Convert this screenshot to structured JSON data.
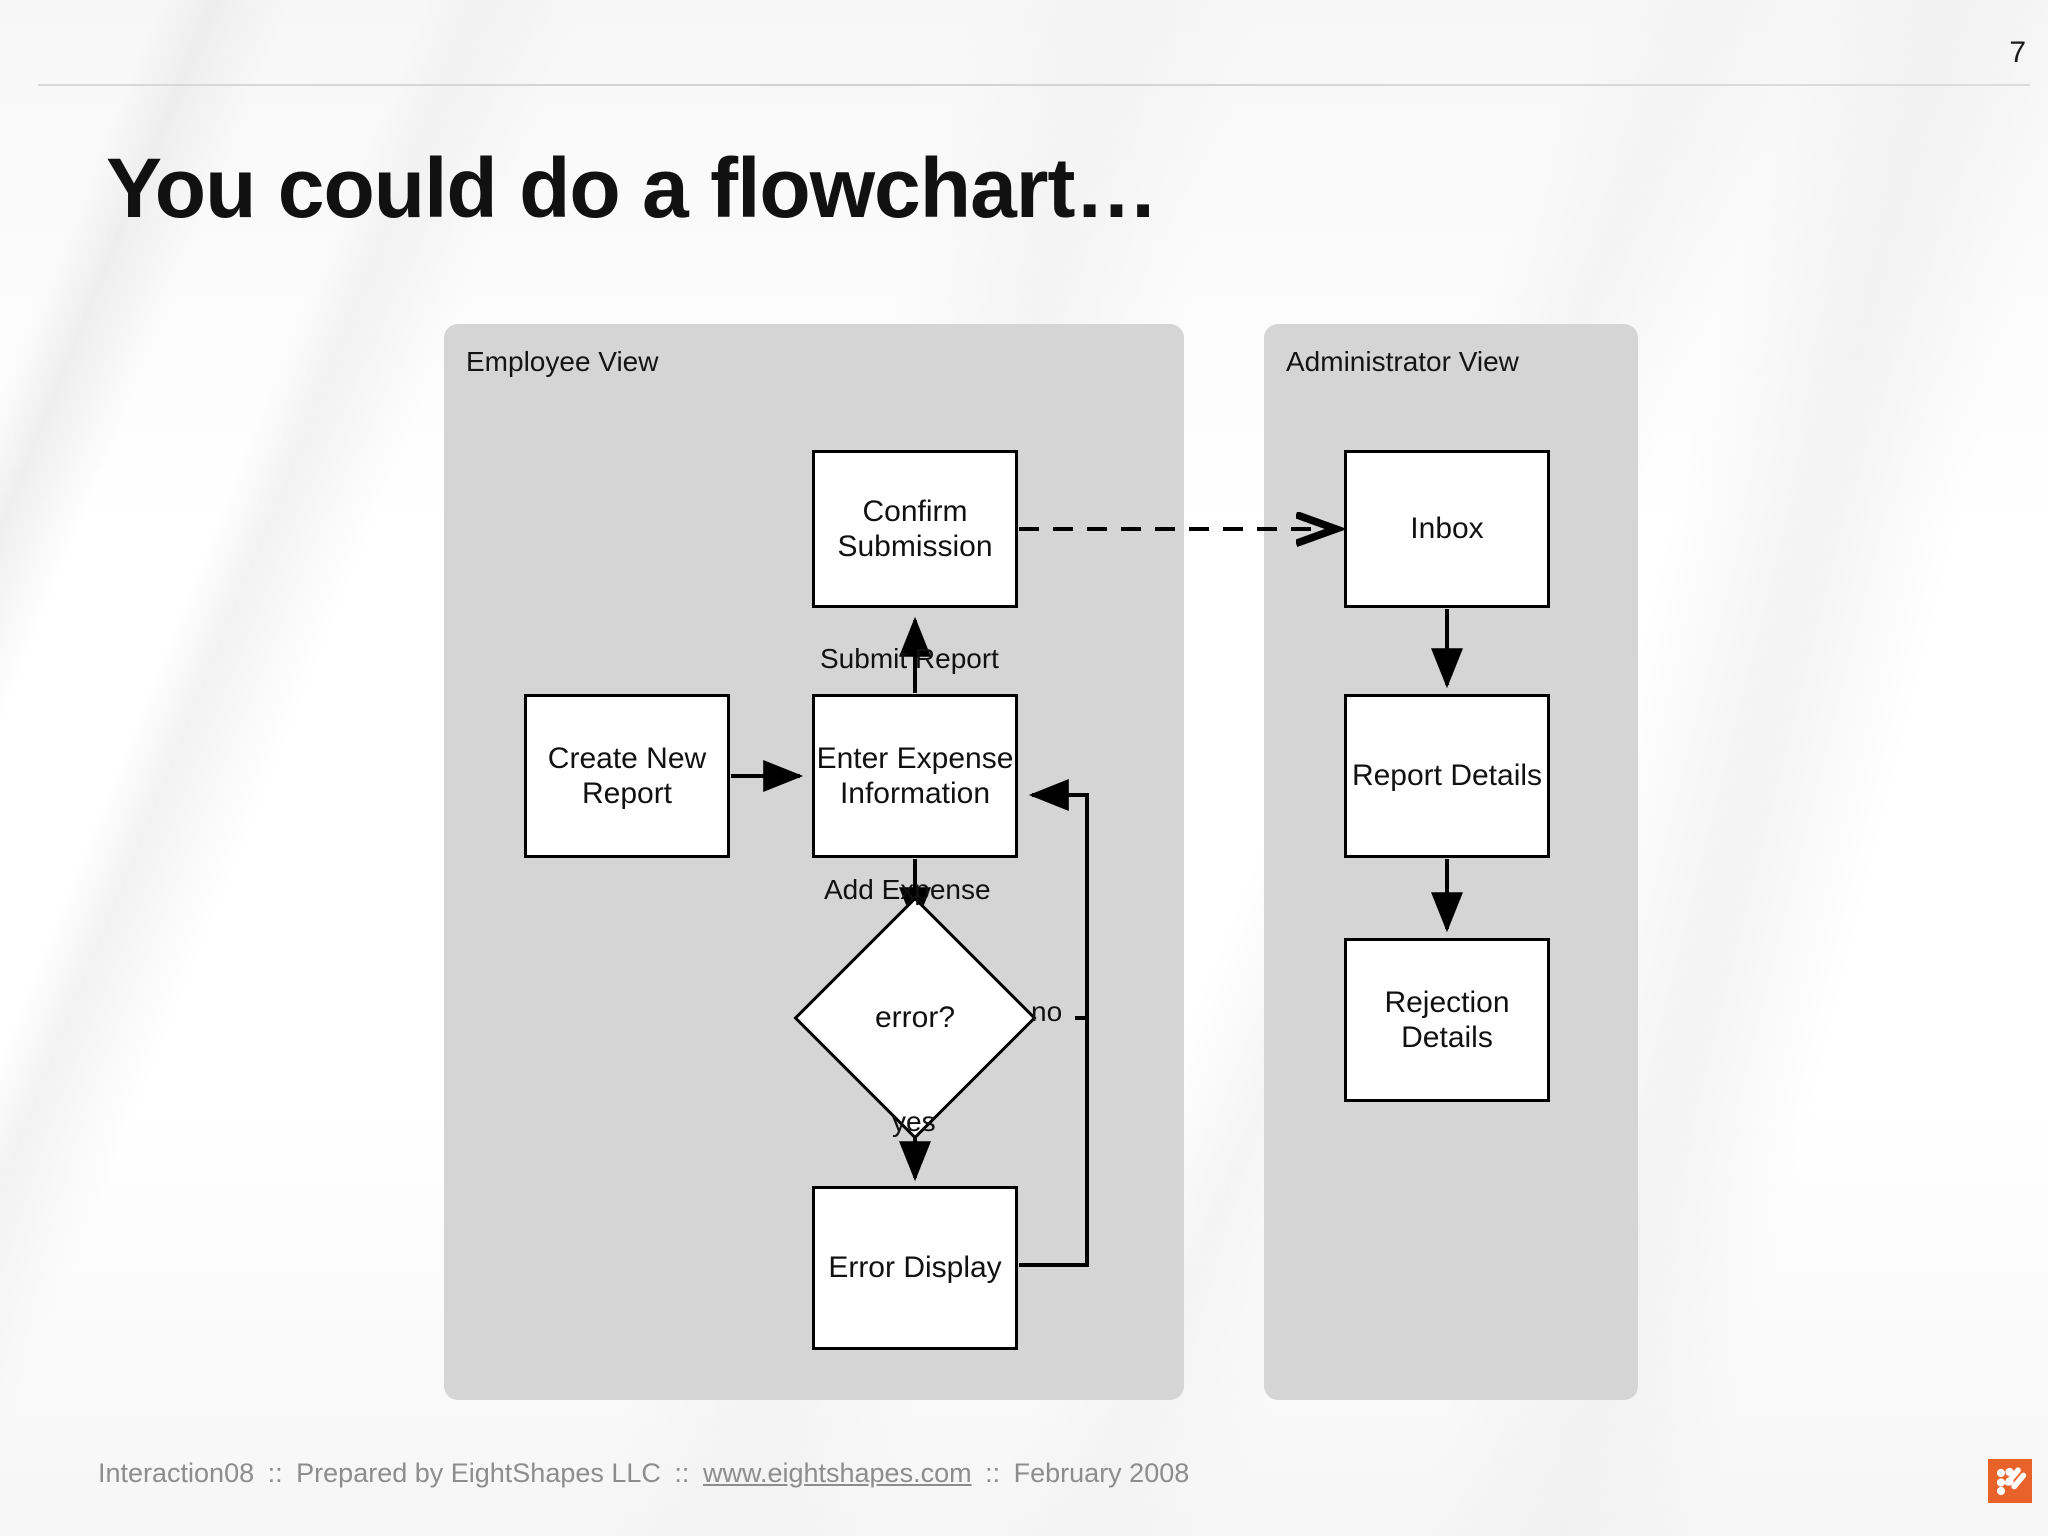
{
  "slide": {
    "page_number": "7",
    "title": "You could do a flowchart…"
  },
  "panels": [
    {
      "id": "employee",
      "label": "Employee View"
    },
    {
      "id": "administrator",
      "label": "Administrator View"
    }
  ],
  "nodes": {
    "confirm_submission": {
      "line1": "Confirm",
      "line2": "Submission"
    },
    "create_new_report": {
      "line1": "Create New",
      "line2": "Report"
    },
    "enter_expense_information": {
      "line1": "Enter Expense",
      "line2": "Information"
    },
    "error_decision": {
      "label": "error?"
    },
    "error_display": {
      "label": "Error Display"
    },
    "inbox": {
      "label": "Inbox"
    },
    "report_details": {
      "label": "Report Details"
    },
    "rejection_details": {
      "line1": "Rejection",
      "line2": "Details"
    }
  },
  "edge_labels": {
    "submit_report": "Submit Report",
    "add_expense": "Add Expense",
    "no": "no",
    "yes": "yes"
  },
  "footer": {
    "event": "Interaction08",
    "sep1": "::",
    "prepared_by": "Prepared by EightShapes LLC",
    "sep2": "::",
    "link": "www.eightshapes.com",
    "sep3": "::",
    "date": "February 2008"
  },
  "logo": {
    "name": "eightshapes-logo",
    "color": "#e8622a"
  },
  "chart_data": {
    "type": "diagram",
    "diagram_type": "flowchart",
    "title": "You could do a flowchart…",
    "lanes": [
      {
        "name": "Employee View",
        "nodes": [
          {
            "id": "create_new_report",
            "label": "Create New Report",
            "shape": "rect"
          },
          {
            "id": "enter_expense_information",
            "label": "Enter Expense Information",
            "shape": "rect"
          },
          {
            "id": "confirm_submission",
            "label": "Confirm Submission",
            "shape": "rect"
          },
          {
            "id": "error_decision",
            "label": "error?",
            "shape": "diamond"
          },
          {
            "id": "error_display",
            "label": "Error Display",
            "shape": "rect"
          }
        ]
      },
      {
        "name": "Administrator View",
        "nodes": [
          {
            "id": "inbox",
            "label": "Inbox",
            "shape": "rect"
          },
          {
            "id": "report_details",
            "label": "Report Details",
            "shape": "rect"
          },
          {
            "id": "rejection_details",
            "label": "Rejection Details",
            "shape": "rect"
          }
        ]
      }
    ],
    "edges": [
      {
        "from": "create_new_report",
        "to": "enter_expense_information",
        "label": "",
        "style": "solid"
      },
      {
        "from": "enter_expense_information",
        "to": "confirm_submission",
        "label": "Submit Report",
        "style": "solid"
      },
      {
        "from": "confirm_submission",
        "to": "inbox",
        "label": "",
        "style": "dashed"
      },
      {
        "from": "enter_expense_information",
        "to": "error_decision",
        "label": "Add Expense",
        "style": "solid"
      },
      {
        "from": "error_decision",
        "to": "error_display",
        "label": "yes",
        "style": "solid"
      },
      {
        "from": "error_decision",
        "to": "enter_expense_information",
        "label": "no",
        "style": "solid"
      },
      {
        "from": "error_display",
        "to": "enter_expense_information",
        "label": "",
        "style": "solid"
      },
      {
        "from": "inbox",
        "to": "report_details",
        "label": "",
        "style": "solid"
      },
      {
        "from": "report_details",
        "to": "rejection_details",
        "label": "",
        "style": "solid"
      }
    ]
  }
}
